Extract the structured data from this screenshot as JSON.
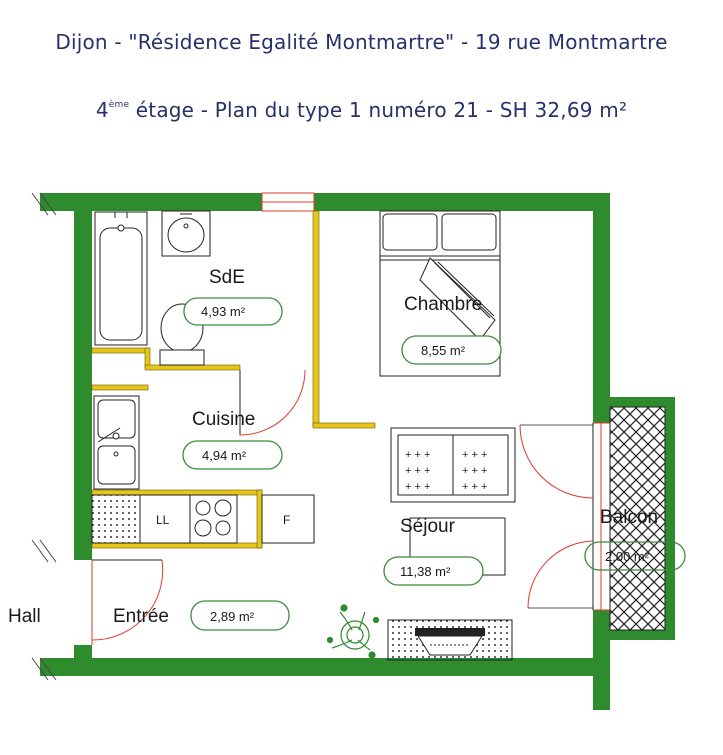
{
  "header": {
    "line1": "Dijon - \"Résidence Egalité Montmartre\" - 19 rue Montmartre",
    "line2_num": "4",
    "line2_sup": "ème",
    "line2_rest": " étage - Plan du type 1 numéro 21 - SH 32,69 m²"
  },
  "colors": {
    "wall": "#2e8b2e",
    "partition": "#e6c619",
    "door": "#e03a2a",
    "title": "#27306b",
    "badge_border": "#3c8a3c"
  },
  "rooms": {
    "sde": {
      "name": "SdE",
      "area": "4,93 m²"
    },
    "chambre": {
      "name": "Chambre",
      "area": "8,55 m²"
    },
    "cuisine": {
      "name": "Cuisine",
      "area": "4,94 m²"
    },
    "sejour": {
      "name": "Séjour",
      "area": "11,38 m²"
    },
    "balcon": {
      "name": "Balcon",
      "area": "2,00 m²"
    },
    "entree": {
      "name": "Entrée",
      "area": "2,89 m²"
    },
    "hall": {
      "name": "Hall"
    }
  },
  "fixtures": {
    "ll": "LL",
    "f": "F"
  }
}
